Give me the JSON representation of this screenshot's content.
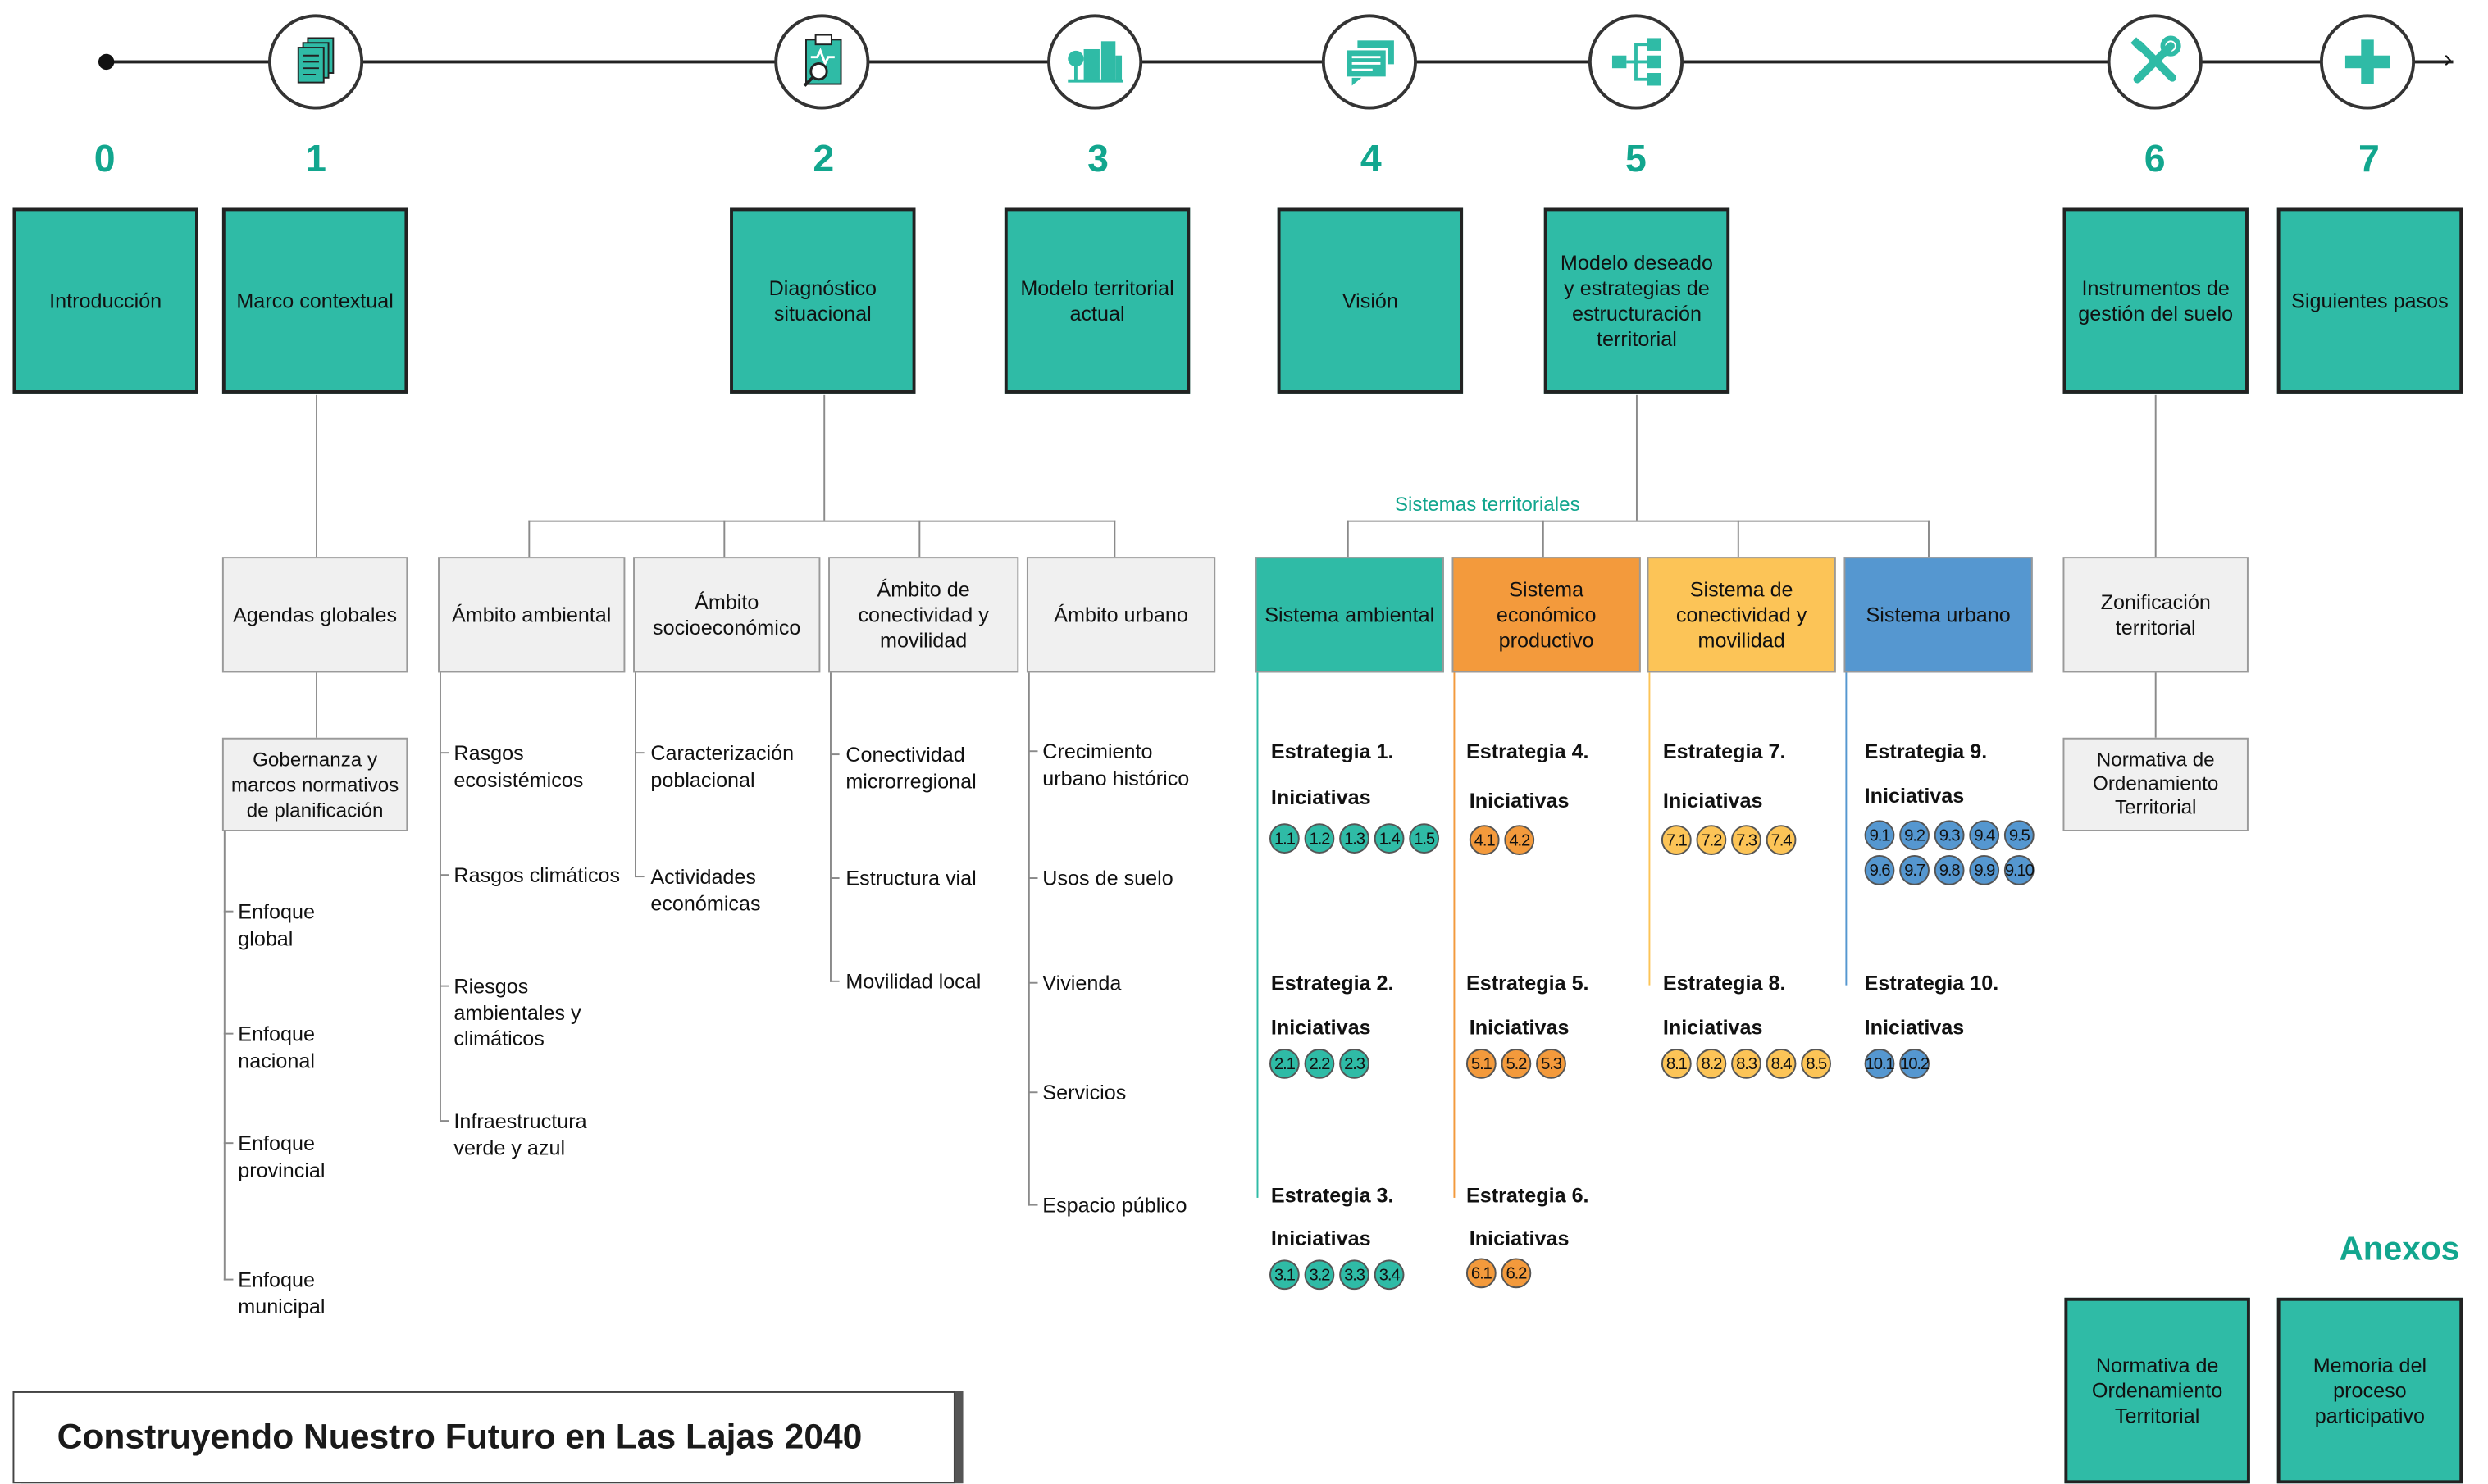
{
  "title": "Construyendo Nuestro Futuro en Las Lajas 2040",
  "anexos_label": "Anexos",
  "sistemas_label": "Sistemas territoriales",
  "colors": {
    "teal": "#2fbba6",
    "orange": "#f39a3c",
    "yellow": "#fcc457",
    "blue": "#5597d0",
    "accent": "#12a68e"
  },
  "timeline": [
    {
      "num": "0",
      "label": "Introducción",
      "icon": null
    },
    {
      "num": "1",
      "label": "Marco contextual",
      "icon": "document-stack-icon"
    },
    {
      "num": "2",
      "label": "Diagnóstico situacional",
      "icon": "clipboard-magnifier-icon"
    },
    {
      "num": "3",
      "label": "Modelo territorial actual",
      "icon": "city-buildings-icon"
    },
    {
      "num": "4",
      "label": "Visión",
      "icon": "speech-bubbles-icon"
    },
    {
      "num": "5",
      "label": "Modelo deseado y estrategias de estructuración territorial",
      "icon": "hierarchy-icon"
    },
    {
      "num": "6",
      "label": "Instrumentos de gestión del suelo",
      "icon": "tools-icon"
    },
    {
      "num": "7",
      "label": "Siguientes pasos",
      "icon": "plus-icon"
    }
  ],
  "marco": {
    "agendas": "Agendas globales",
    "gobernanza": "Gobernanza y marcos normativos de planificación",
    "enfoques": [
      "Enfoque global",
      "Enfoque nacional",
      "Enfoque provincial",
      "Enfoque municipal"
    ]
  },
  "ambitos": [
    {
      "label": "Ámbito ambiental",
      "items": [
        "Rasgos ecosistémicos",
        "Rasgos climáticos",
        "Riesgos ambientales y climáticos",
        "Infraestructura verde y azul"
      ]
    },
    {
      "label": "Ámbito socioeconómico",
      "items": [
        "Caracterización poblacional",
        "Actividades económicas"
      ]
    },
    {
      "label": "Ámbito de conectividad y movilidad",
      "items": [
        "Conectividad microrregional",
        "Estructura vial",
        "Movilidad local"
      ]
    },
    {
      "label": "Ámbito urbano",
      "items": [
        "Crecimiento urbano histórico",
        "Usos de suelo",
        "Vivienda",
        "Servicios",
        "Espacio público"
      ]
    }
  ],
  "sistemas": [
    {
      "label": "Sistema ambiental",
      "color": "#2fbba6",
      "strategies": [
        {
          "name": "Estrategia 1.",
          "ini": "Iniciativas",
          "items": [
            "1.1",
            "1.2",
            "1.3",
            "1.4",
            "1.5"
          ]
        },
        {
          "name": "Estrategia 2.",
          "ini": "Iniciativas",
          "items": [
            "2.1",
            "2.2",
            "2.3"
          ]
        },
        {
          "name": "Estrategia 3.",
          "ini": "Iniciativas",
          "items": [
            "3.1",
            "3.2",
            "3.3",
            "3.4"
          ]
        }
      ]
    },
    {
      "label": "Sistema económico productivo",
      "color": "#f39a3c",
      "strategies": [
        {
          "name": "Estrategia 4.",
          "ini": "Iniciativas",
          "items": [
            "4.1",
            "4.2"
          ]
        },
        {
          "name": "Estrategia 5.",
          "ini": "Iniciativas",
          "items": [
            "5.1",
            "5.2",
            "5.3"
          ]
        },
        {
          "name": "Estrategia 6.",
          "ini": "Iniciativas",
          "items": [
            "6.1",
            "6.2"
          ]
        }
      ]
    },
    {
      "label": "Sistema de conectividad y movilidad",
      "color": "#fcc457",
      "strategies": [
        {
          "name": "Estrategia 7.",
          "ini": "Iniciativas",
          "items": [
            "7.1",
            "7.2",
            "7.3",
            "7.4"
          ]
        },
        {
          "name": "Estrategia 8.",
          "ini": "Iniciativas",
          "items": [
            "8.1",
            "8.2",
            "8.3",
            "8.4",
            "8.5"
          ]
        }
      ]
    },
    {
      "label": "Sistema urbano",
      "color": "#5597d0",
      "strategies": [
        {
          "name": "Estrategia 9.",
          "ini": "Iniciativas",
          "items": [
            "9.1",
            "9.2",
            "9.3",
            "9.4",
            "9.5",
            "9.6",
            "9.7",
            "9.8",
            "9.9",
            "9.10"
          ]
        },
        {
          "name": "Estrategia 10.",
          "ini": "Iniciativas",
          "items": [
            "10.1",
            "10.2"
          ]
        }
      ]
    }
  ],
  "instrumentos": {
    "zonificacion": "Zonificación territorial",
    "normativa": "Normativa de Ordenamiento Territorial"
  },
  "anexos": [
    "Normativa de Ordenamiento Territorial",
    "Memoria del proceso participativo"
  ]
}
